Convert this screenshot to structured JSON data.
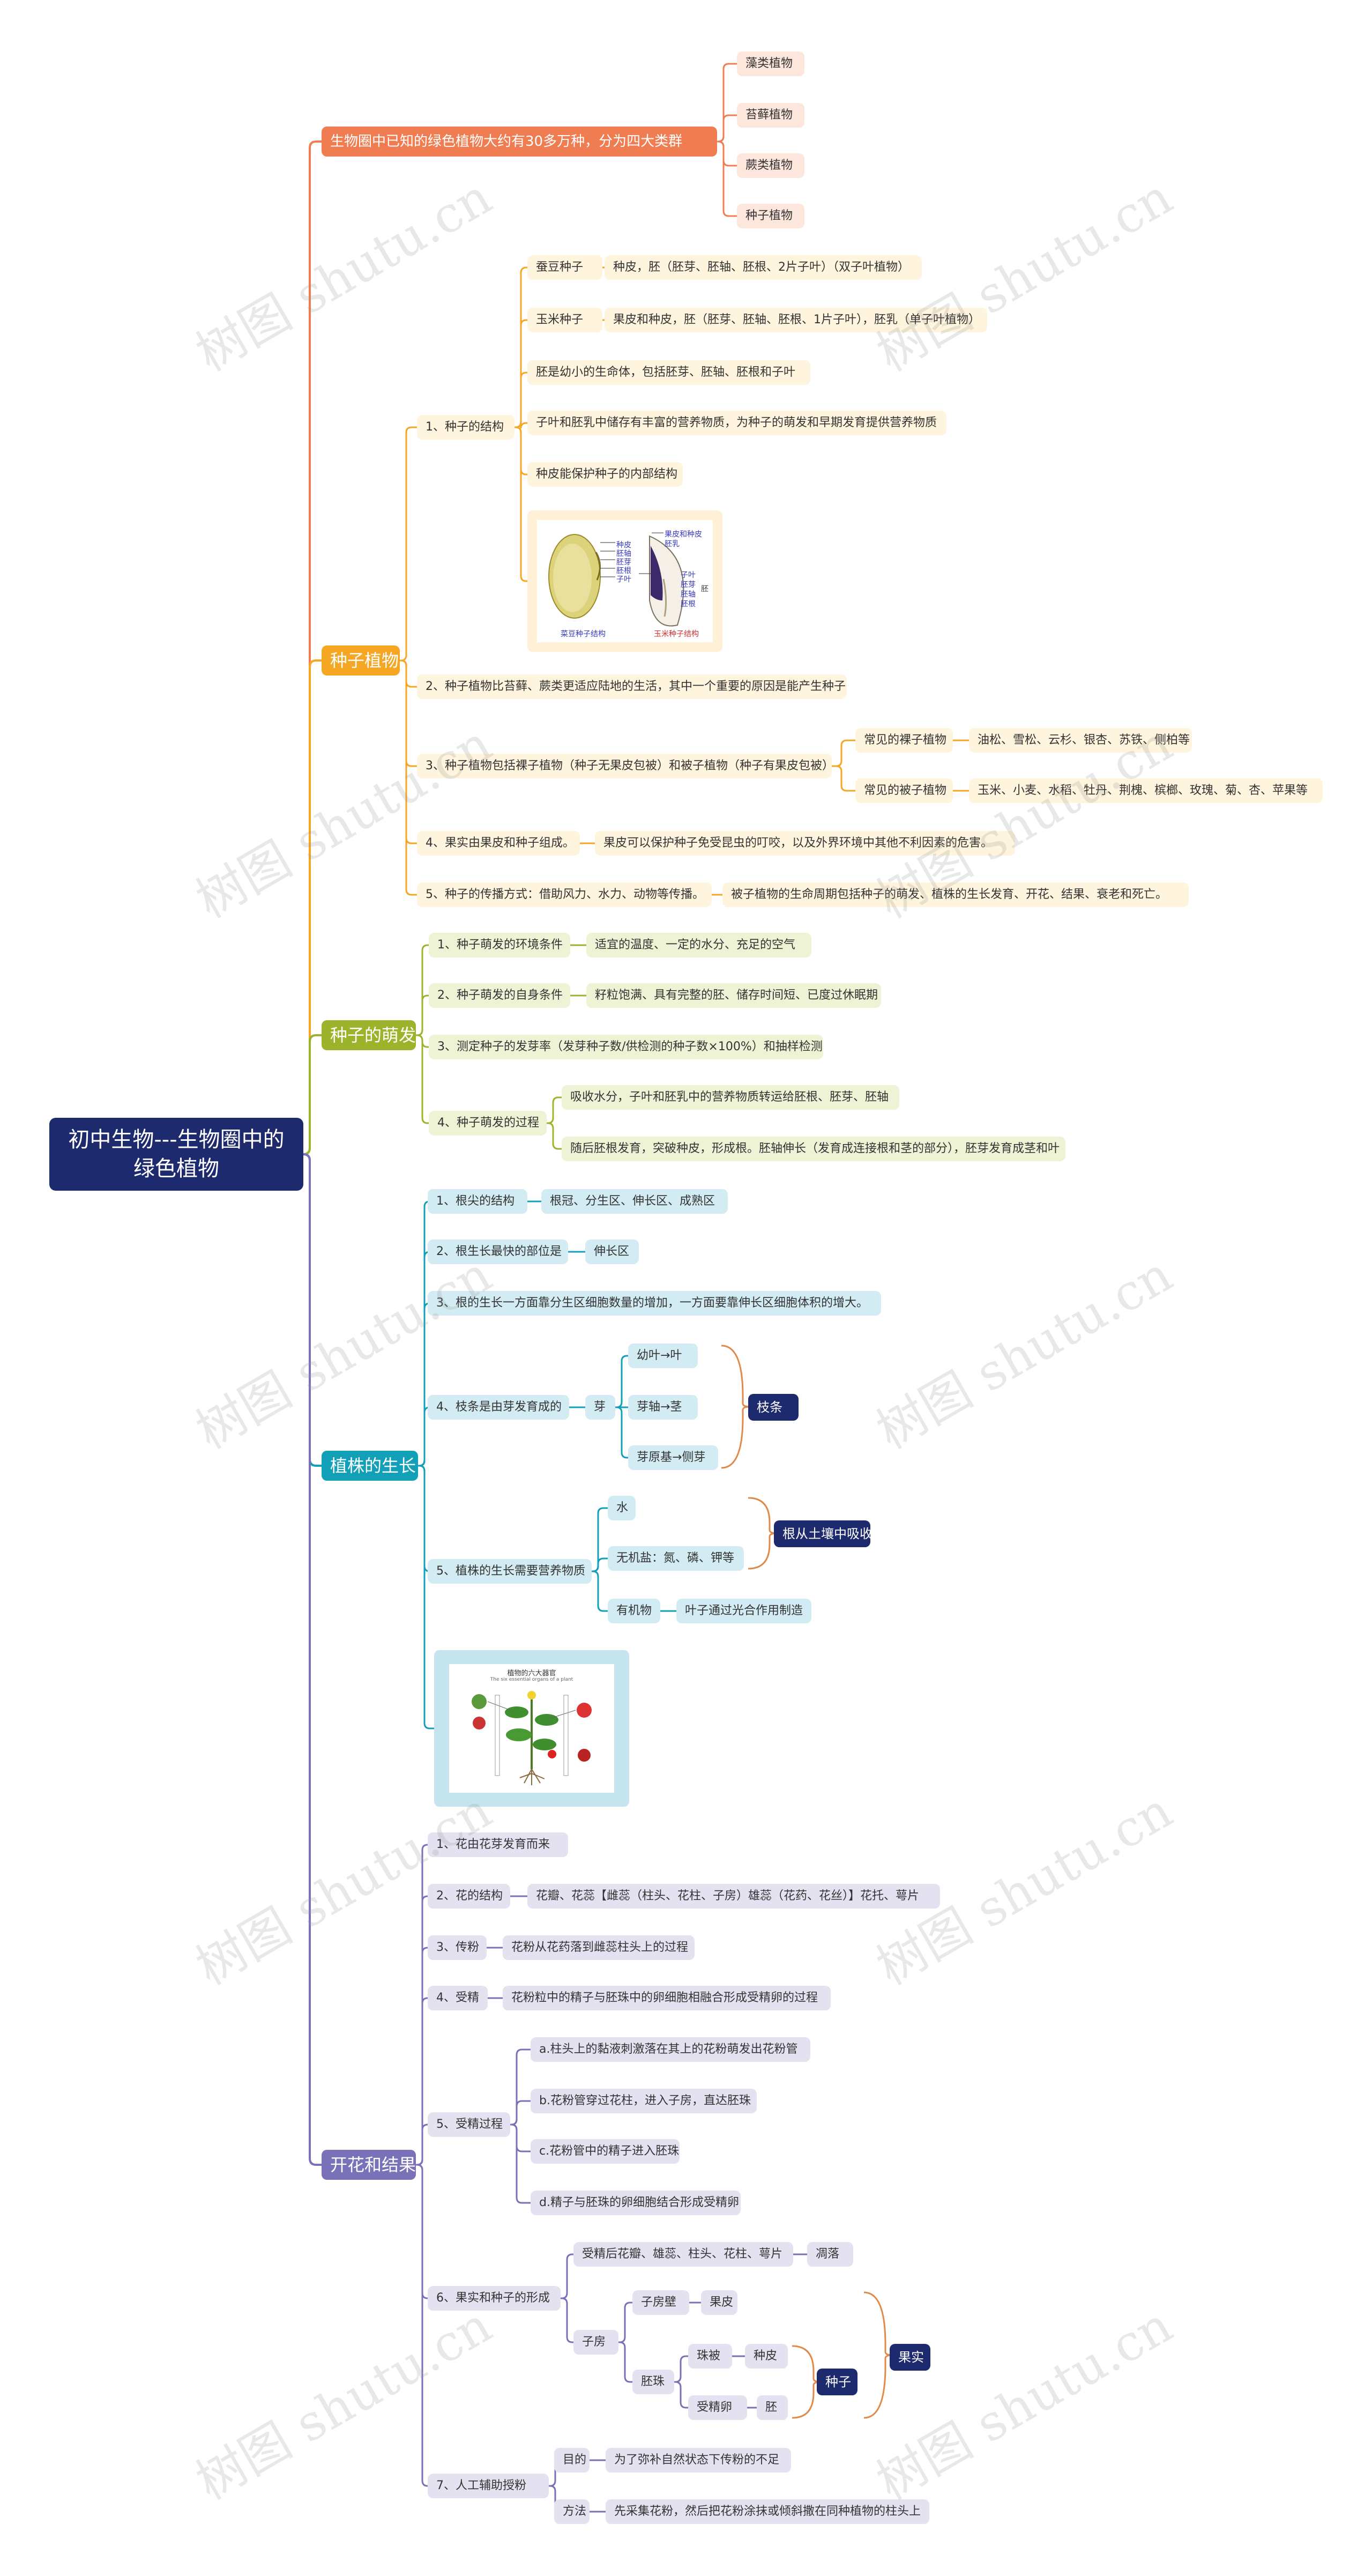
{
  "root": "初中生物---生物圈中的绿色植物",
  "watermark": "树图 shutu.cn",
  "colors": {
    "orange": "#f07d52",
    "amber": "#f5a623",
    "lime": "#9cb42c",
    "teal": "#12a0b8",
    "purple": "#7a72b8",
    "navy": "#1e2a6e"
  },
  "b1": {
    "title": "生物圈中已知的绿色植物大约有30多万种，分为四大类群",
    "items": [
      "藻类植物",
      "苔藓植物",
      "蕨类植物",
      "种子植物"
    ]
  },
  "b2": {
    "title": "种子植物",
    "s1": {
      "title": "1、种子的结构",
      "bean": "蚕豆种子",
      "bean_d": "种皮，胚（胚芽、胚轴、胚根、2片子叶）（双子叶植物）",
      "corn": "玉米种子",
      "corn_d": "果皮和种皮，胚（胚芽、胚轴、胚根、1片子叶），胚乳（单子叶植物）",
      "l3": "胚是幼小的生命体，包括胚芽、胚轴、胚根和子叶",
      "l4": "子叶和胚乳中储存有丰富的营养物质，为种子的萌发和早期发育提供营养物质",
      "l5": "种皮能保护种子的内部结构",
      "img": {
        "cap1": "菜豆种子结构",
        "cap2": "玉米种子结构",
        "labels_l": [
          "种皮",
          "胚轴",
          "胚芽",
          "胚根",
          "子叶"
        ],
        "labels_r": [
          "果皮和种皮",
          "胚乳",
          "子叶",
          "胚芽",
          "胚轴",
          "胚根"
        ],
        "side": "胚"
      }
    },
    "s2": "2、种子植物比苔藓、蕨类更适应陆地的生活，其中一个重要的原因是能产生种子",
    "s3": {
      "title": "3、种子植物包括裸子植物（种子无果皮包被）和被子植物（种子有果皮包被）",
      "g1": "常见的裸子植物",
      "g1d": "油松、雪松、云杉、银杏、苏铁、侧柏等",
      "g2": "常见的被子植物",
      "g2d": "玉米、小麦、水稻、牡丹、荆槐、槟榔、玫瑰、菊、杏、苹果等"
    },
    "s4": {
      "title": "4、果实由果皮和种子组成。",
      "d": "果皮可以保护种子免受昆虫的叮咬，以及外界环境中其他不利因素的危害。"
    },
    "s5": {
      "title": "5、种子的传播方式：借助风力、水力、动物等传播。",
      "d": "被子植物的生命周期包括种子的萌发、植株的生长发育、开花、结果、衰老和死亡。"
    }
  },
  "b3": {
    "title": "种子的萌发",
    "s1": "1、种子萌发的环境条件",
    "s1d": "适宜的温度、一定的水分、充足的空气",
    "s2": "2、种子萌发的自身条件",
    "s2d": "籽粒饱满、具有完整的胚、储存时间短、已度过休眠期",
    "s3": "3、测定种子的发芽率（发芽种子数/供检测的种子数×100%）和抽样检测",
    "s4": "4、种子萌发的过程",
    "s4a": "吸收水分，子叶和胚乳中的营养物质转运给胚根、胚芽、胚轴",
    "s4b": "随后胚根发育，突破种皮，形成根。胚轴伸长（发育成连接根和茎的部分），胚芽发育成茎和叶"
  },
  "b4": {
    "title": "植株的生长",
    "s1": "1、根尖的结构",
    "s1d": "根冠、分生区、伸长区、成熟区",
    "s2": "2、根生长最快的部位是",
    "s2d": "伸长区",
    "s3": "3、根的生长一方面靠分生区细胞数量的增加，一方面要靠伸长区细胞体积的增大。",
    "s4": "4、枝条是由芽发育成的",
    "bud": "芽",
    "buds": [
      "幼叶→叶",
      "芽轴→茎",
      "芽原基→侧芽"
    ],
    "branch": "枝条",
    "s5": "5、植株的生长需要营养物质",
    "water": "水",
    "salt": "无机盐：氮、磷、钾等",
    "absorb": "根从土壤中吸收",
    "org": "有机物",
    "orgd": "叶子通过光合作用制造",
    "img": {
      "title": "植物的六大器官",
      "sub": "The six essential organs of a plant"
    }
  },
  "b5": {
    "title": "开花和结果",
    "s1": "1、花由花芽发育而来",
    "s2": "2、花的结构",
    "s2d": "花瓣、花蕊【雌蕊（柱头、花柱、子房）雄蕊（花药、花丝）】花托、萼片",
    "s3": "3、传粉",
    "s3d": "花粉从花药落到雌蕊柱头上的过程",
    "s4": "4、受精",
    "s4d": "花粉粒中的精子与胚珠中的卵细胞相融合形成受精卵的过程",
    "s5": "5、受精过程",
    "s5items": [
      "a.柱头上的黏液刺激落在其上的花粉萌发出花粉管",
      "b.花粉管穿过花柱，进入子房，直达胚珠",
      "c.花粉管中的精子进入胚珠",
      "d.精子与胚珠的卵细胞结合形成受精卵"
    ],
    "s6": "6、果实和种子的形成",
    "fall": "受精后花瓣、雄蕊、柱头、花柱、萼片",
    "fall_d": "凋落",
    "ovary": "子房",
    "wall": "子房壁",
    "peel": "果皮",
    "ovule": "胚珠",
    "integ": "珠被",
    "coat": "种皮",
    "zyg": "受精卵",
    "embryo": "胚",
    "seed": "种子",
    "fruit": "果实",
    "s7": "7、人工辅助授粉",
    "purpose": "目的",
    "purpose_d": "为了弥补自然状态下传粉的不足",
    "method": "方法",
    "method_d": "先采集花粉，然后把花粉涂抹或倾斜撒在同种植物的柱头上"
  }
}
